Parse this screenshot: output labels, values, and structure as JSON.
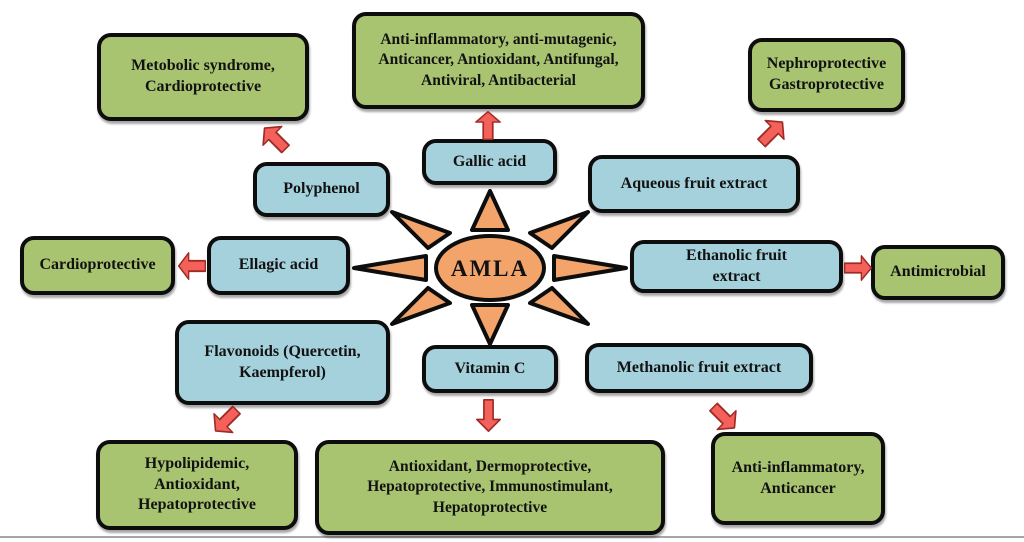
{
  "center": {
    "label": "AMLA"
  },
  "compounds": [
    {
      "id": "polyphenol",
      "label": "Polyphenol"
    },
    {
      "id": "gallic-acid",
      "label": "Gallic acid"
    },
    {
      "id": "aqueous-fruit-extract",
      "label": "Aqueous  fruit extract"
    },
    {
      "id": "ellagic-acid",
      "label": "Ellagic acid"
    },
    {
      "id": "ethanolic-fruit-extract",
      "label": "Ethanolic fruit\nextract"
    },
    {
      "id": "flavonoids",
      "label": "Flavonoids (Quercetin,\nKaempferol)"
    },
    {
      "id": "vitamin-c",
      "label": "Vitamin C"
    },
    {
      "id": "methanolic-fruit-extract",
      "label": "Methanolic fruit extract"
    }
  ],
  "benefits": [
    {
      "id": "metabolic-cardio",
      "label": "Metobolic syndrome,\nCardioprotective"
    },
    {
      "id": "gallic-benefits",
      "label": "Anti-inflammatory,  anti-mutagenic,\nAnticancer, Antioxidant, Antifungal,\nAntiviral, Antibacterial"
    },
    {
      "id": "nephro-gastro",
      "label": "Nephroprotective\nGastroprotective"
    },
    {
      "id": "cardioprotective",
      "label": "Cardioprotective"
    },
    {
      "id": "antimicrobial",
      "label": "Antimicrobial"
    },
    {
      "id": "hypolipidemic-group",
      "label": "Hypolipidemic,\nAntioxidant,\nHepatoprotective"
    },
    {
      "id": "vitamin-c-benefits",
      "label": "Antioxidant,  Dermoprotective,\nHepatoprotective, Immunostimulant,\nHepatoprotective"
    },
    {
      "id": "anti-inflammatory-anticancer",
      "label": "Anti-inflammatory,\nAnticancer"
    }
  ],
  "connections": [
    {
      "from": "polyphenol",
      "to": "metabolic-cardio",
      "direction": "up-left"
    },
    {
      "from": "gallic-acid",
      "to": "gallic-benefits",
      "direction": "up"
    },
    {
      "from": "aqueous-fruit-extract",
      "to": "nephro-gastro",
      "direction": "up-right"
    },
    {
      "from": "ellagic-acid",
      "to": "cardioprotective",
      "direction": "left"
    },
    {
      "from": "ethanolic-fruit-extract",
      "to": "antimicrobial",
      "direction": "right"
    },
    {
      "from": "flavonoids",
      "to": "hypolipidemic-group",
      "direction": "down-left"
    },
    {
      "from": "vitamin-c",
      "to": "vitamin-c-benefits",
      "direction": "down"
    },
    {
      "from": "methanolic-fruit-extract",
      "to": "anti-inflammatory-anticancer",
      "direction": "down-right"
    }
  ],
  "colors": {
    "compound_fill": "#A5D1DC",
    "benefit_fill": "#A9C471",
    "center_fill": "#F2A46A",
    "arrow_fill": "#F4615A",
    "arrow_stroke": "#9E2B25",
    "border": "#0D0D0D"
  }
}
